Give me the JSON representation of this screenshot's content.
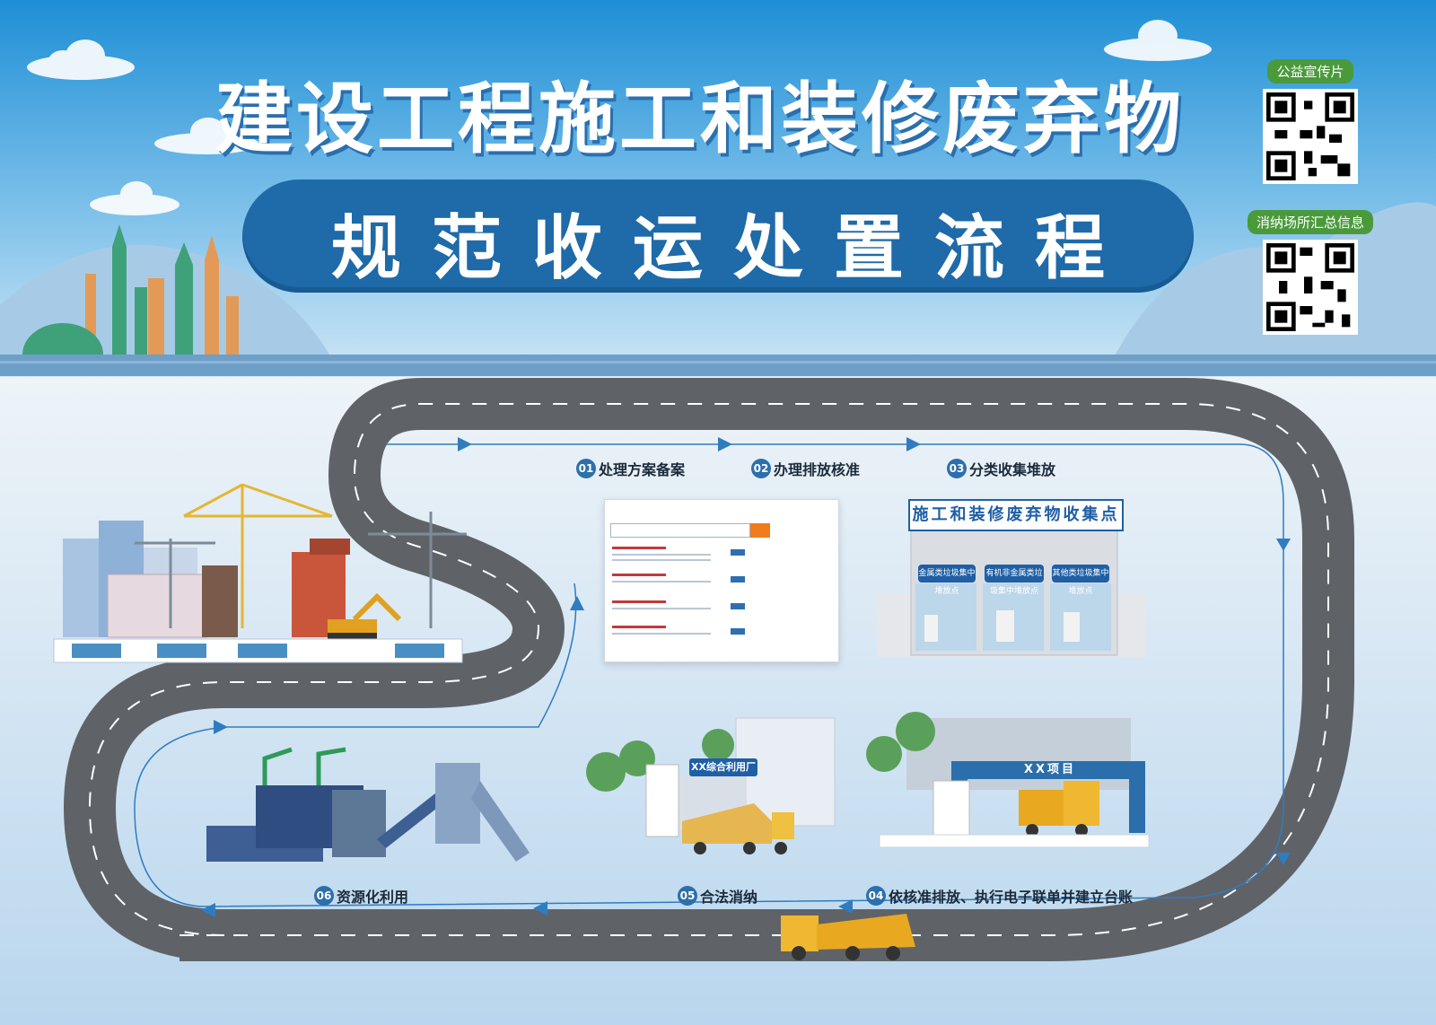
{
  "title": "建设工程施工和装修废弃物",
  "subtitle": "规范收运处置流程",
  "qr_codes": [
    {
      "label": "公益宣传片"
    },
    {
      "label": "消纳场所汇总信息"
    }
  ],
  "steps": [
    {
      "num": "01",
      "label": "处理方案备案"
    },
    {
      "num": "02",
      "label": "办理排放核准"
    },
    {
      "num": "03",
      "label": "分类收集堆放"
    },
    {
      "num": "04",
      "label": "依核准排放、执行电子联单并建立台账"
    },
    {
      "num": "05",
      "label": "合法消纳"
    },
    {
      "num": "06",
      "label": "资源化利用"
    }
  ],
  "collection_point": {
    "sign": "施工和装修废弃物收集点",
    "bins": [
      "金属类垃圾集中堆放点",
      "有机非金属类垃圾集中堆放点",
      "其他类垃圾集中堆放点"
    ]
  },
  "factory_sign": "XX综合利用厂",
  "project_sign": "XX项目",
  "colors": {
    "sky_top": "#1e8fd6",
    "road": "#5f6368",
    "title_shadow": "#2a6fae",
    "banner": "#1f6aa8",
    "qr_label": "#4a9a3c"
  },
  "icons": [
    "qr-code-icon",
    "crane-icon",
    "dump-truck-icon",
    "excavator-icon",
    "conveyor-machine-icon",
    "robot-arm-icon",
    "tree-icon",
    "cloud-icon",
    "direction-arrow-icon"
  ]
}
